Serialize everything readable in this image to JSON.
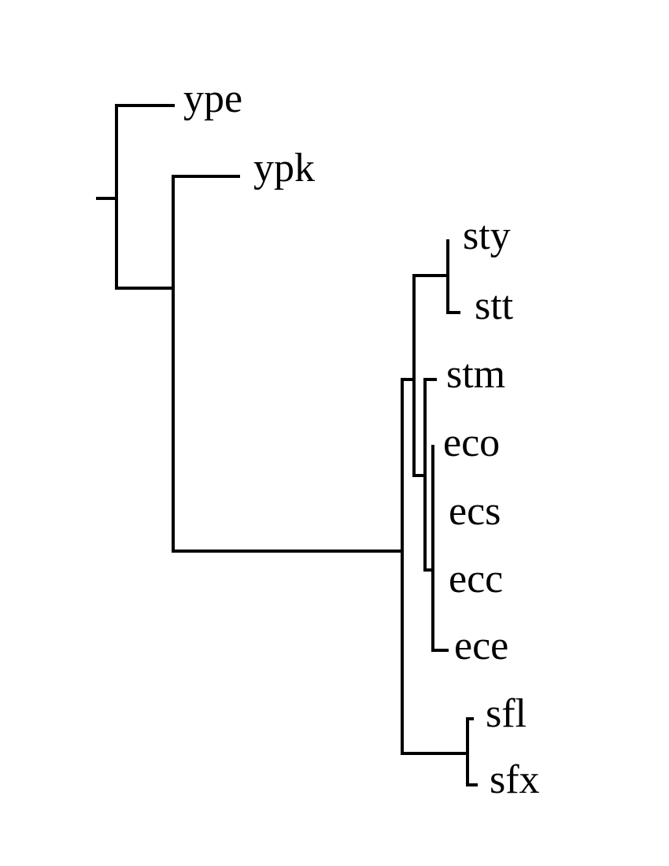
{
  "tree": {
    "newick": "(ype,(ypk,(((sty,stt),(stm,(eco,ecs,ecc,ece))),(sfl,sfx))));",
    "leaves": [
      "ype",
      "ypk",
      "sty",
      "stt",
      "stm",
      "eco",
      "ecs",
      "ecc",
      "ece",
      "sfl",
      "sfx"
    ]
  }
}
